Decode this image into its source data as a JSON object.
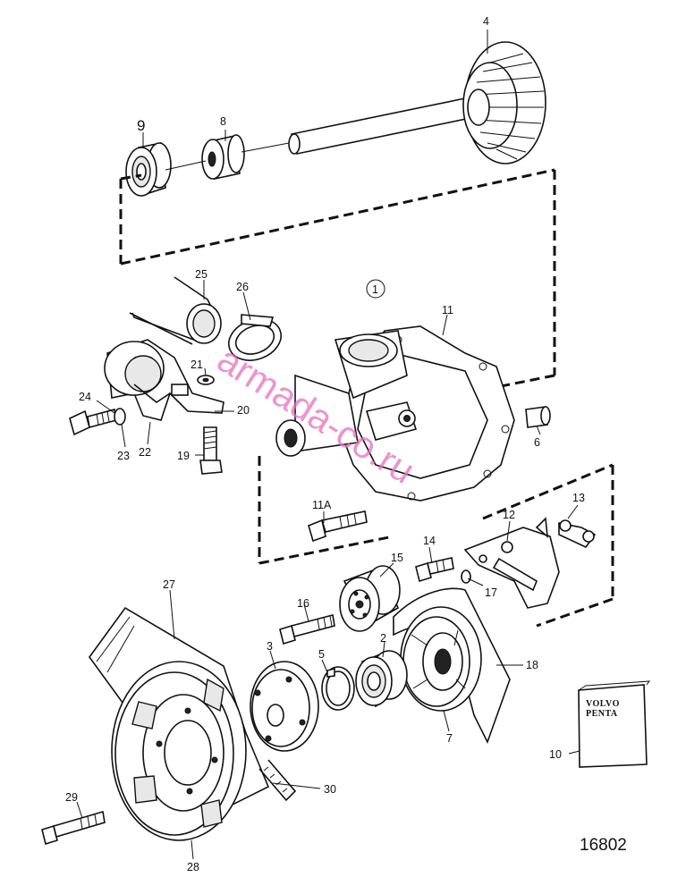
{
  "figure_number": "16802",
  "group_marker": "1",
  "watermark": "armada-co.ru",
  "booklet_logo_line1": "VOLVO",
  "booklet_logo_line2": "PENTA",
  "parts": {
    "p2": "2",
    "p3": "3",
    "p4": "4",
    "p5": "5",
    "p6": "6",
    "p7": "7",
    "p8": "8",
    "p9": "9",
    "p10": "10",
    "p11": "11",
    "p11a": "11A",
    "p12": "12",
    "p13": "13",
    "p14": "14",
    "p15": "15",
    "p16": "16",
    "p17": "17",
    "p18": "18",
    "p19": "19",
    "p20": "20",
    "p21": "21",
    "p22": "22",
    "p23": "23",
    "p24": "24",
    "p25": "25",
    "p26": "26",
    "p27": "27",
    "p28": "28",
    "p29": "29",
    "p30": "30"
  }
}
